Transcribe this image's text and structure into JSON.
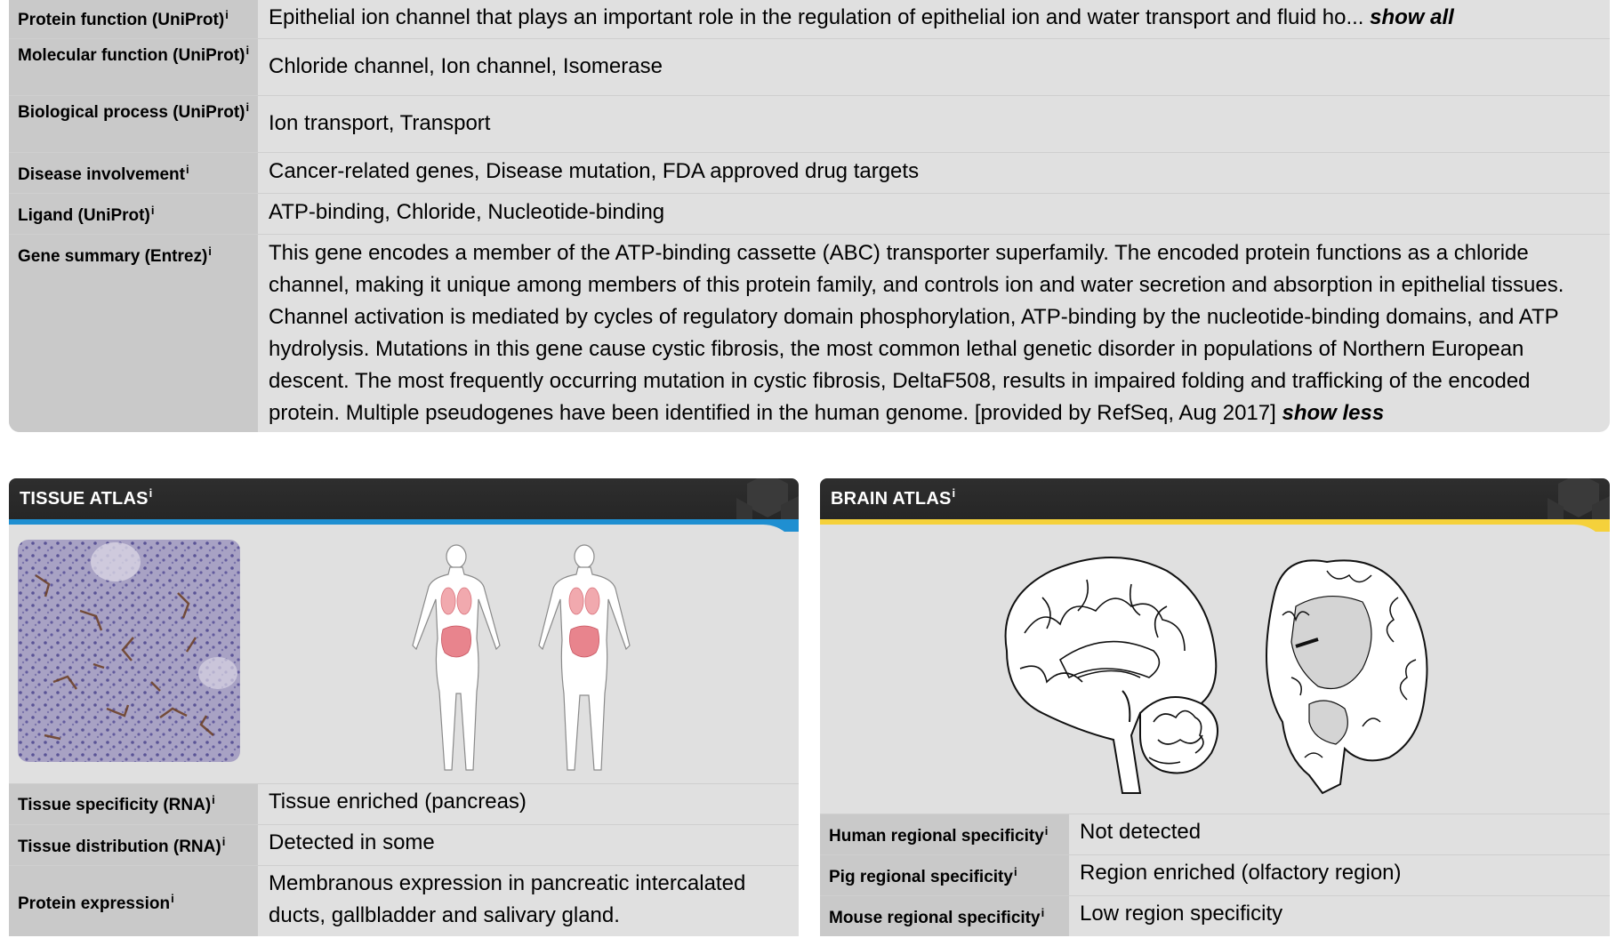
{
  "gene_info": {
    "rows": [
      {
        "label": "Protein function (UniProt)",
        "value": "Epithelial ion channel that plays an important role in the regulation of epithelial ion and water transport and fluid ho...",
        "link": "show all"
      },
      {
        "label": "Molecular function (UniProt)",
        "value": "Chloride channel, Ion channel, Isomerase"
      },
      {
        "label": "Biological process (UniProt)",
        "value": "Ion transport, Transport"
      },
      {
        "label": "Disease involvement",
        "value": "Cancer-related genes, Disease mutation, FDA approved drug targets"
      },
      {
        "label": "Ligand (UniProt)",
        "value": "ATP-binding, Chloride, Nucleotide-binding"
      },
      {
        "label": "Gene summary (Entrez)",
        "value": "This gene encodes a member of the ATP-binding cassette (ABC) transporter superfamily. The encoded protein functions as a chloride channel, making it unique among members of this protein family, and controls ion and water secretion and absorption in epithelial tissues. Channel activation is mediated by cycles of regulatory domain phosphorylation, ATP-binding by the nucleotide-binding domains, and ATP hydrolysis. Mutations in this gene cause cystic fibrosis, the most common lethal genetic disorder in populations of Northern European descent. The most frequently occurring mutation in cystic fibrosis, DeltaF508, results in impaired folding and trafficking of the encoded protein. Multiple pseudogenes have been identified in the human genome. [provided by RefSeq, Aug 2017]",
        "link": "show less"
      }
    ],
    "info_marker": "i"
  },
  "tissue_atlas": {
    "title": "TISSUE ATLAS",
    "accent_color": "#1f8fd1",
    "rows": [
      {
        "label": "Tissue specificity (RNA)",
        "value": "Tissue enriched (pancreas)"
      },
      {
        "label": "Tissue distribution (RNA)",
        "value": "Detected in some"
      },
      {
        "label": "Protein expression",
        "value": "Membranous expression in pancreatic intercalated ducts, gallbladder and salivary gland."
      }
    ]
  },
  "brain_atlas": {
    "title": "BRAIN ATLAS",
    "accent_color": "#f5d13b",
    "rows": [
      {
        "label": "Human regional specificity",
        "value": "Not detected"
      },
      {
        "label": "Pig regional specificity",
        "value": "Region enriched (olfactory region)"
      },
      {
        "label": "Mouse regional specificity",
        "value": "Low region specificity"
      }
    ]
  }
}
